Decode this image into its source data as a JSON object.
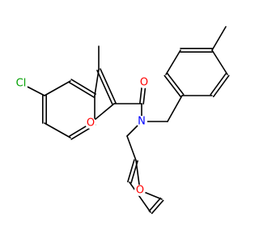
{
  "molecule": {
    "atoms": [
      {
        "id": "cl",
        "text": "Cl",
        "color": "#00a000"
      },
      {
        "id": "o_furan",
        "text": "O",
        "color": "#ff0000"
      },
      {
        "id": "o_carbonyl",
        "text": "O",
        "color": "#ff0000"
      },
      {
        "id": "n_amide",
        "text": "N",
        "color": "#0000ff"
      },
      {
        "id": "o_furyl",
        "text": "O",
        "color": "#ff0000"
      }
    ],
    "bond_color": "#000000"
  }
}
